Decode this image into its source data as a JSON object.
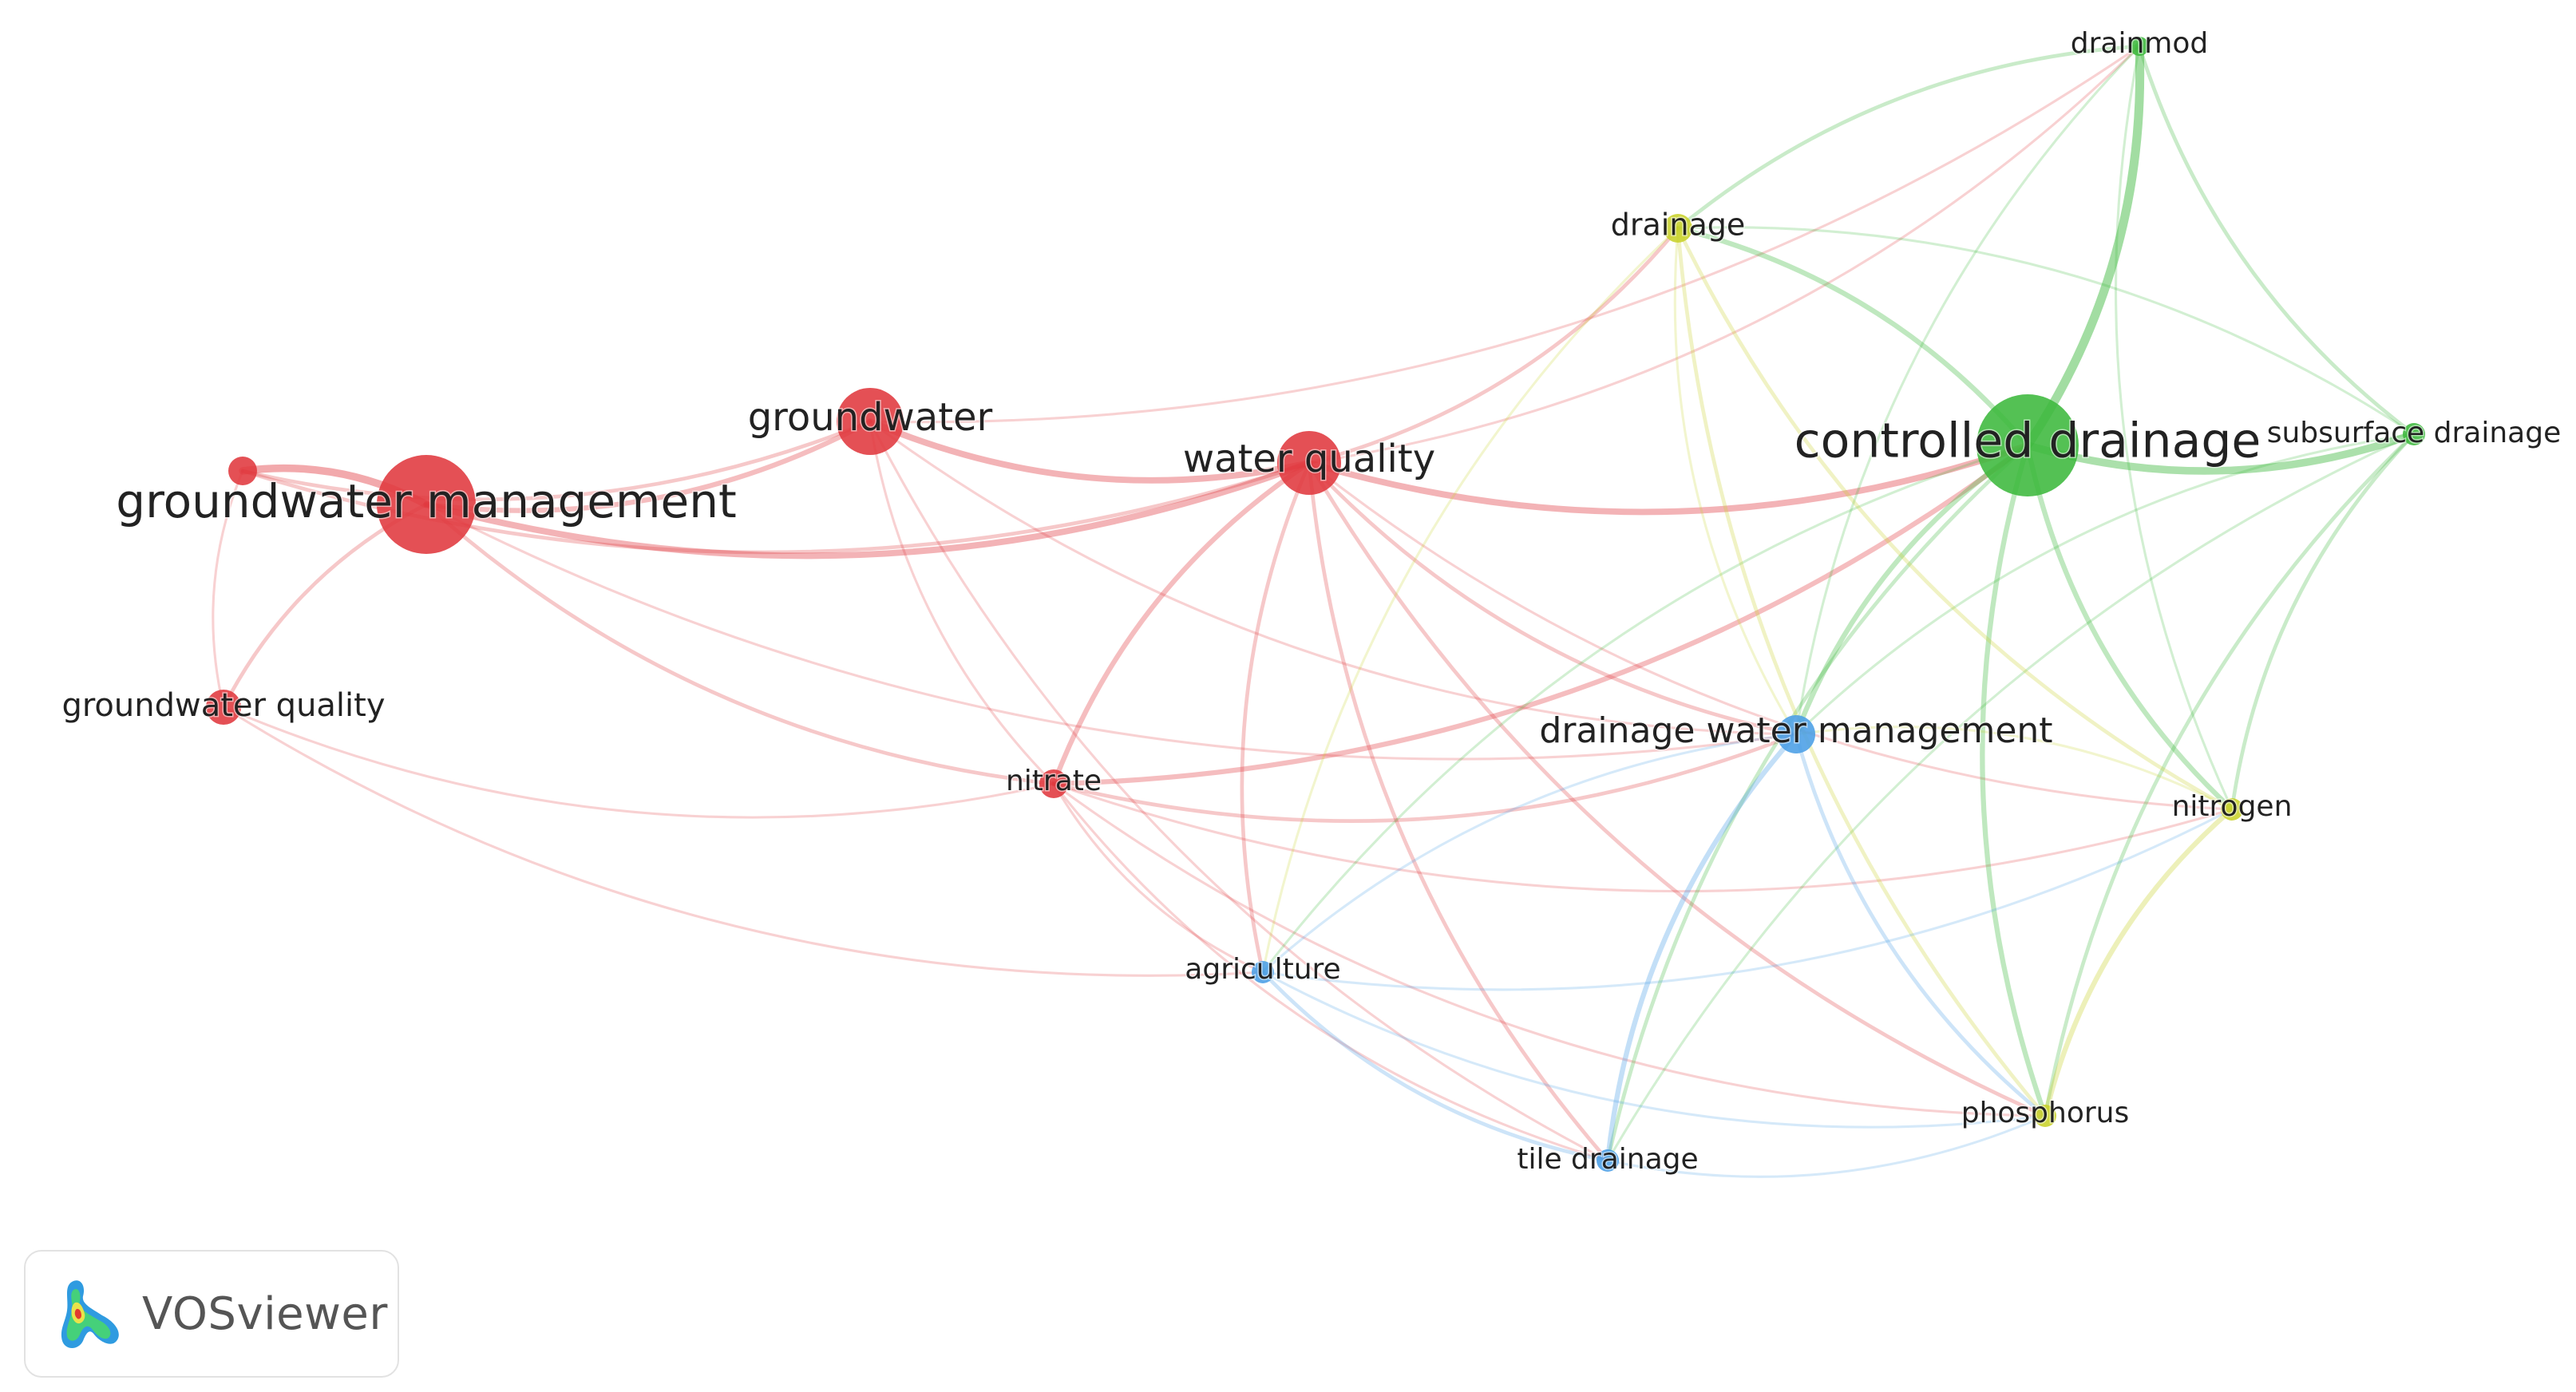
{
  "colors": {
    "red": "#e0383e",
    "green": "#3cb83c",
    "blue": "#4a9ee6",
    "yellow": "#c8d22a"
  },
  "nodes": [
    {
      "id": "groundwater-management",
      "label": "groundwater management",
      "cluster": "red",
      "weight": 10
    },
    {
      "id": "groundwater",
      "label": "groundwater",
      "cluster": "red",
      "weight": 6
    },
    {
      "id": "water-quality",
      "label": "water quality",
      "cluster": "red",
      "weight": 6
    },
    {
      "id": "groundwater-quality",
      "label": "groundwater quality",
      "cluster": "red",
      "weight": 3
    },
    {
      "id": "nitrate",
      "label": "nitrate",
      "cluster": "red",
      "weight": 3
    },
    {
      "id": "small-red",
      "label": "",
      "cluster": "red",
      "weight": 2
    },
    {
      "id": "controlled-drainage",
      "label": "controlled drainage",
      "cluster": "green",
      "weight": 12
    },
    {
      "id": "drainmod",
      "label": "drainmod",
      "cluster": "green",
      "weight": 2
    },
    {
      "id": "subsurface-drainage",
      "label": "subsurface drainage",
      "cluster": "green",
      "weight": 2
    },
    {
      "id": "drainage",
      "label": "drainage",
      "cluster": "yellow",
      "weight": 2
    },
    {
      "id": "nitrogen",
      "label": "nitrogen",
      "cluster": "yellow",
      "weight": 2
    },
    {
      "id": "phosphorus",
      "label": "phosphorus",
      "cluster": "yellow",
      "weight": 2
    },
    {
      "id": "drainage-water-management",
      "label": "drainage water management",
      "cluster": "blue",
      "weight": 3
    },
    {
      "id": "agriculture",
      "label": "agriculture",
      "cluster": "blue",
      "weight": 2
    },
    {
      "id": "tile-drainage",
      "label": "tile drainage",
      "cluster": "blue",
      "weight": 2
    }
  ],
  "links": [
    {
      "source": "groundwater-management",
      "target": "groundwater",
      "strength": 3
    },
    {
      "source": "groundwater-management",
      "target": "water-quality",
      "strength": 4
    },
    {
      "source": "groundwater-management",
      "target": "small-red",
      "strength": 5
    },
    {
      "source": "groundwater-management",
      "target": "groundwater-quality",
      "strength": 2
    },
    {
      "source": "groundwater-management",
      "target": "nitrate",
      "strength": 2
    },
    {
      "source": "groundwater-management",
      "target": "drainage-water-management",
      "strength": 1
    },
    {
      "source": "small-red",
      "target": "groundwater",
      "strength": 2
    },
    {
      "source": "small-red",
      "target": "water-quality",
      "strength": 2
    },
    {
      "source": "small-red",
      "target": "groundwater-quality",
      "strength": 1
    },
    {
      "source": "groundwater-quality",
      "target": "nitrate",
      "strength": 1
    },
    {
      "source": "groundwater-quality",
      "target": "agriculture",
      "strength": 1
    },
    {
      "source": "groundwater",
      "target": "water-quality",
      "strength": 4
    },
    {
      "source": "groundwater",
      "target": "nitrate",
      "strength": 1
    },
    {
      "source": "groundwater",
      "target": "drainage-water-management",
      "strength": 1
    },
    {
      "source": "groundwater",
      "target": "drainmod",
      "strength": 1
    },
    {
      "source": "groundwater",
      "target": "tile-drainage",
      "strength": 1
    },
    {
      "source": "water-quality",
      "target": "controlled-drainage",
      "strength": 4
    },
    {
      "source": "water-quality",
      "target": "nitrate",
      "strength": 3
    },
    {
      "source": "water-quality",
      "target": "drainage",
      "strength": 2
    },
    {
      "source": "water-quality",
      "target": "drainmod",
      "strength": 1
    },
    {
      "source": "water-quality",
      "target": "drainage-water-management",
      "strength": 2
    },
    {
      "source": "water-quality",
      "target": "agriculture",
      "strength": 2
    },
    {
      "source": "water-quality",
      "target": "tile-drainage",
      "strength": 2
    },
    {
      "source": "water-quality",
      "target": "phosphorus",
      "strength": 2
    },
    {
      "source": "water-quality",
      "target": "nitrogen",
      "strength": 1
    },
    {
      "source": "nitrate",
      "target": "controlled-drainage",
      "strength": 3
    },
    {
      "source": "nitrate",
      "target": "drainage-water-management",
      "strength": 2
    },
    {
      "source": "nitrate",
      "target": "nitrogen",
      "strength": 1
    },
    {
      "source": "nitrate",
      "target": "agriculture",
      "strength": 1
    },
    {
      "source": "nitrate",
      "target": "tile-drainage",
      "strength": 1
    },
    {
      "source": "nitrate",
      "target": "phosphorus",
      "strength": 1
    },
    {
      "source": "controlled-drainage",
      "target": "drainmod",
      "strength": 6
    },
    {
      "source": "controlled-drainage",
      "target": "subsurface-drainage",
      "strength": 5
    },
    {
      "source": "controlled-drainage",
      "target": "drainage",
      "strength": 3
    },
    {
      "source": "controlled-drainage",
      "target": "nitrogen",
      "strength": 3
    },
    {
      "source": "controlled-drainage",
      "target": "phosphorus",
      "strength": 3
    },
    {
      "source": "controlled-drainage",
      "target": "drainage-water-management",
      "strength": 3
    },
    {
      "source": "controlled-drainage",
      "target": "agriculture",
      "strength": 1
    },
    {
      "source": "controlled-drainage",
      "target": "tile-drainage",
      "strength": 2
    },
    {
      "source": "drainmod",
      "target": "subsurface-drainage",
      "strength": 2
    },
    {
      "source": "drainmod",
      "target": "drainage",
      "strength": 2
    },
    {
      "source": "drainmod",
      "target": "drainage-water-management",
      "strength": 1
    },
    {
      "source": "drainmod",
      "target": "nitrogen",
      "strength": 1
    },
    {
      "source": "subsurface-drainage",
      "target": "drainage",
      "strength": 1
    },
    {
      "source": "subsurface-drainage",
      "target": "nitrogen",
      "strength": 2
    },
    {
      "source": "subsurface-drainage",
      "target": "phosphorus",
      "strength": 2
    },
    {
      "source": "subsurface-drainage",
      "target": "drainage-water-management",
      "strength": 1
    },
    {
      "source": "subsurface-drainage",
      "target": "tile-drainage",
      "strength": 1
    },
    {
      "source": "drainage",
      "target": "nitrogen",
      "strength": 2
    },
    {
      "source": "drainage",
      "target": "phosphorus",
      "strength": 2
    },
    {
      "source": "drainage",
      "target": "drainage-water-management",
      "strength": 1
    },
    {
      "source": "drainage",
      "target": "agriculture",
      "strength": 1
    },
    {
      "source": "nitrogen",
      "target": "phosphorus",
      "strength": 3
    },
    {
      "source": "nitrogen",
      "target": "drainage-water-management",
      "strength": 1
    },
    {
      "source": "drainage-water-management",
      "target": "tile-drainage",
      "strength": 3
    },
    {
      "source": "drainage-water-management",
      "target": "agriculture",
      "strength": 1
    },
    {
      "source": "drainage-water-management",
      "target": "phosphorus",
      "strength": 2
    },
    {
      "source": "agriculture",
      "target": "tile-drainage",
      "strength": 2
    },
    {
      "source": "agriculture",
      "target": "phosphorus",
      "strength": 1
    },
    {
      "source": "agriculture",
      "target": "nitrogen",
      "strength": 1
    },
    {
      "source": "tile-drainage",
      "target": "phosphorus",
      "strength": 1
    }
  ],
  "logo": {
    "text": "VOSviewer",
    "icon": "vosviewer-heatmap-icon"
  }
}
